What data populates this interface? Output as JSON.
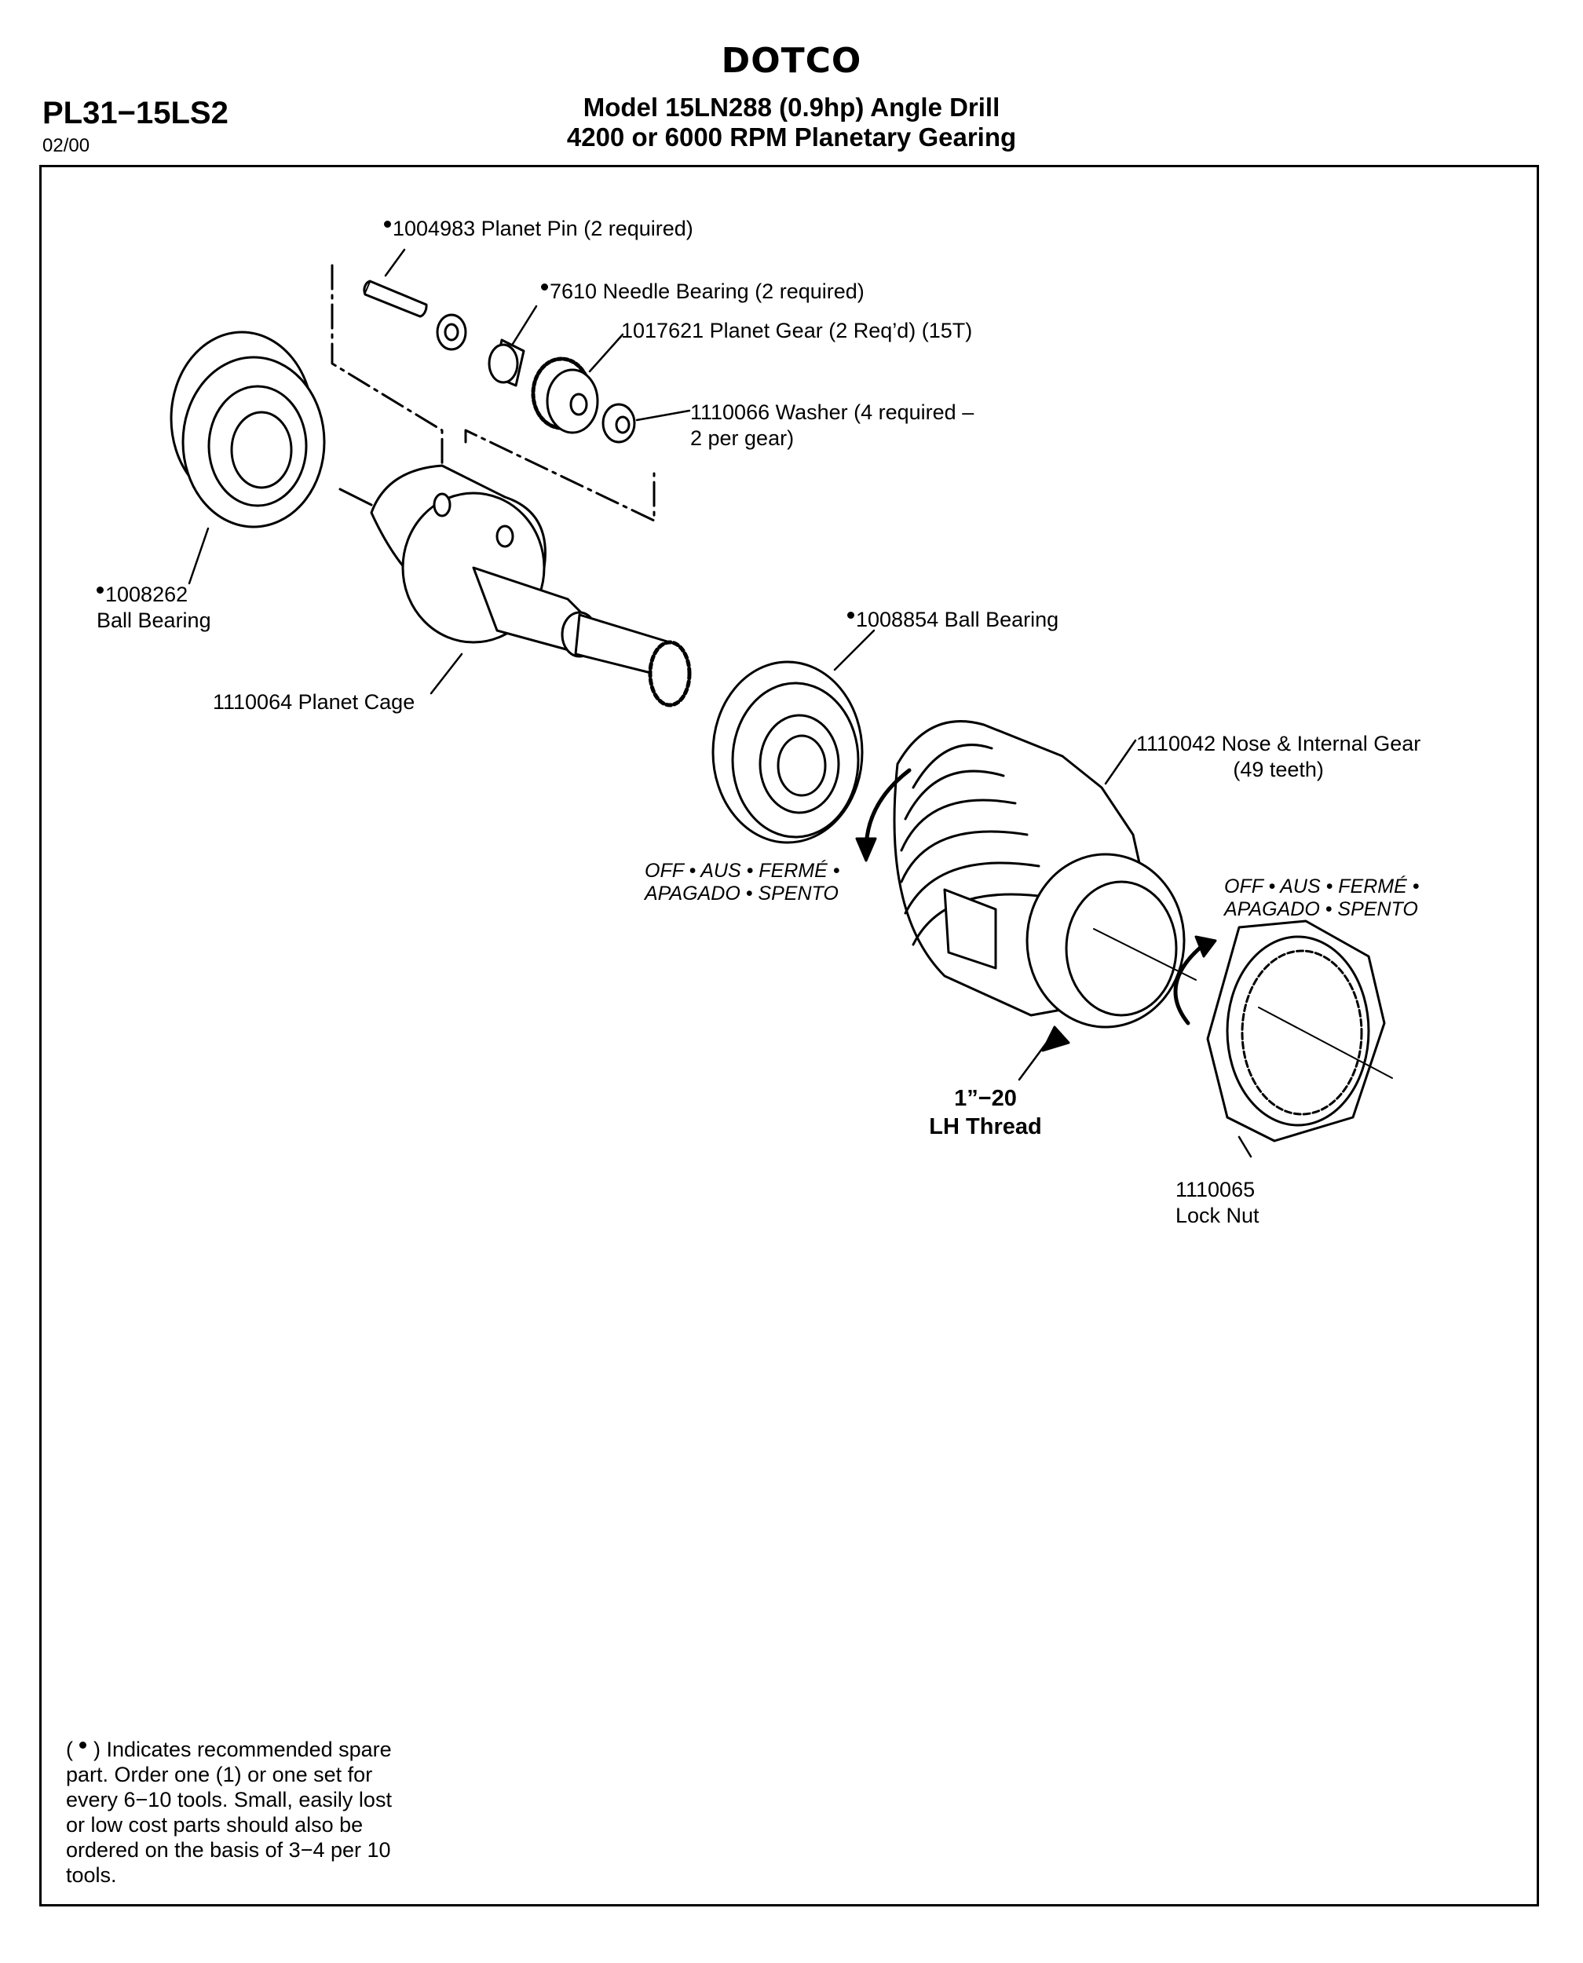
{
  "header": {
    "brand": "DOTCO",
    "title_line1": "Model 15LN288 (0.9hp) Angle Drill",
    "title_line2": "4200 or 6000 RPM Planetary Gearing",
    "doc_code": "PL31−15LS2",
    "doc_date": "02/00"
  },
  "parts": {
    "planet_pin": {
      "text": "1004983 Planet Pin (2 required)",
      "spare": true
    },
    "needle_bearing": {
      "text": "7610 Needle Bearing (2 required)",
      "spare": true
    },
    "planet_gear": {
      "text": "1017621 Planet Gear (2 Req’d) (15T)",
      "spare": false
    },
    "washer": {
      "line1": "1110066 Washer (4 required –",
      "line2": "2 per gear)",
      "spare": false
    },
    "ball_bearing_left": {
      "line1": "1008262",
      "line2": "Ball Bearing",
      "spare": true
    },
    "planet_cage": {
      "text": "1110064 Planet Cage",
      "spare": false
    },
    "ball_bearing_right": {
      "text": "1008854 Ball Bearing",
      "spare": true
    },
    "nose_gear": {
      "line1": "1110042 Nose & Internal Gear",
      "line2": "(49 teeth)",
      "spare": false
    },
    "lock_nut": {
      "line1": "1110065",
      "line2": "Lock Nut",
      "spare": false
    }
  },
  "annotations": {
    "off_left_line1": "OFF • AUS • FERMÉ •",
    "off_left_line2": "APAGADO • SPENTO",
    "off_right_line1": "OFF • AUS • FERMÉ •",
    "off_right_line2": "APAGADO • SPENTO",
    "thread_line1": "1”−20",
    "thread_line2": "LH Thread"
  },
  "footnote": {
    "marker": "( ",
    "marker_end": " ) Indicates recommended spare part.  Order one (1) or one set for every 6−10 tools.  Small, easily lost or low cost parts should also be ordered on the basis of 3−4 per 10 tools."
  }
}
